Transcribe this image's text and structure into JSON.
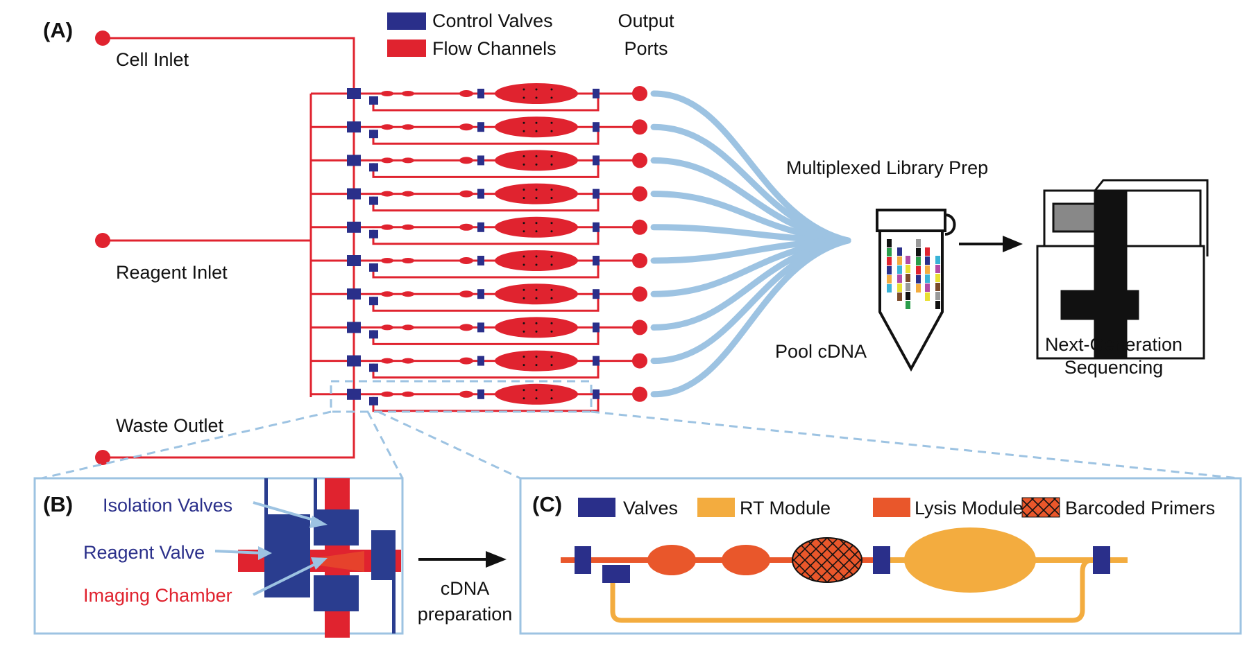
{
  "panels": {
    "a": "(A)",
    "b": "(B)",
    "c": "(C)"
  },
  "legend_a": {
    "control_valves": "Control Valves",
    "flow_channels": "Flow Channels",
    "output_ports_1": "Output",
    "output_ports_2": "Ports"
  },
  "inlets": {
    "cell": "Cell Inlet",
    "reagent": "Reagent Inlet",
    "waste": "Waste Outlet"
  },
  "process": {
    "library_prep": "Multiplexed Library Prep",
    "pool": "Pool cDNA",
    "ngs_1": "Next-Generation",
    "ngs_2": "Sequencing",
    "cdna_prep_1": "cDNA",
    "cdna_prep_2": "preparation"
  },
  "panel_b": {
    "isolation_valves": "Isolation Valves",
    "reagent_valve": "Reagent Valve",
    "imaging_chamber": "Imaging Chamber"
  },
  "legend_c": {
    "valves": "Valves",
    "rt_module": "RT Module",
    "lysis_module": "Lysis Module",
    "barcoded_primers": "Barcoded Primers"
  },
  "colors": {
    "control_valve": "#2a2f8a",
    "flow_channel": "#e0232f",
    "outflow": "#9dc3e2",
    "rt_module": "#f3ac3f",
    "lysis_module": "#e9572b"
  },
  "channel_count": 10
}
